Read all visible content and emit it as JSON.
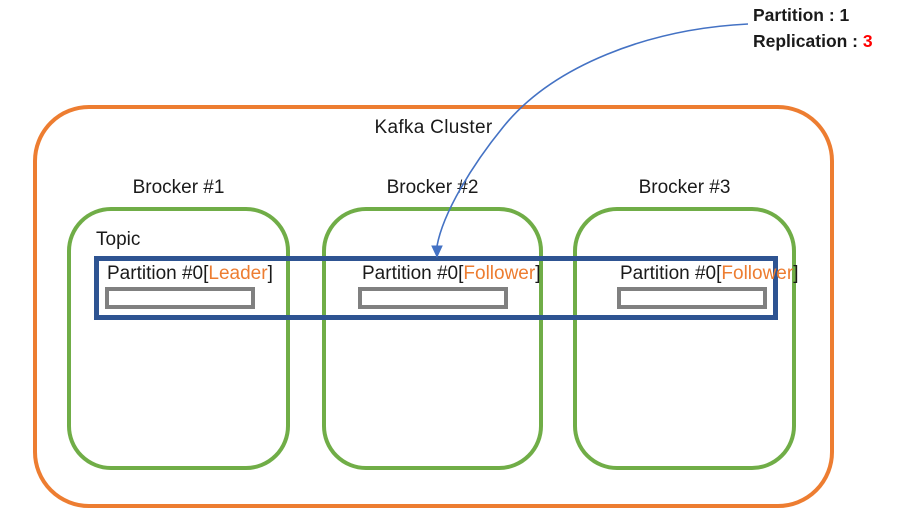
{
  "callout": {
    "partition_label": "Partition : ",
    "partition_value": "1",
    "replication_label": "Replication : ",
    "replication_value": "3"
  },
  "cluster": {
    "title": "Kafka Cluster"
  },
  "topic": {
    "label": "Topic"
  },
  "brokers": [
    {
      "name": "Brocker #1",
      "partition": {
        "prefix": "Partition #0[",
        "role": "Leader",
        "suffix": "]"
      }
    },
    {
      "name": "Brocker #2",
      "partition": {
        "prefix": "Partition #0[",
        "role": "Follower",
        "suffix": "]"
      }
    },
    {
      "name": "Brocker #3",
      "partition": {
        "prefix": "Partition #0[",
        "role": "Follower",
        "suffix": "]"
      }
    }
  ],
  "colors": {
    "cluster_border": "#ED7D31",
    "broker_border": "#70AD47",
    "topic_border": "#2E5492",
    "segment_border": "#808080",
    "role_highlight": "#ED7D31",
    "replication_value": "#FF0000",
    "arrow": "#4472C4"
  }
}
